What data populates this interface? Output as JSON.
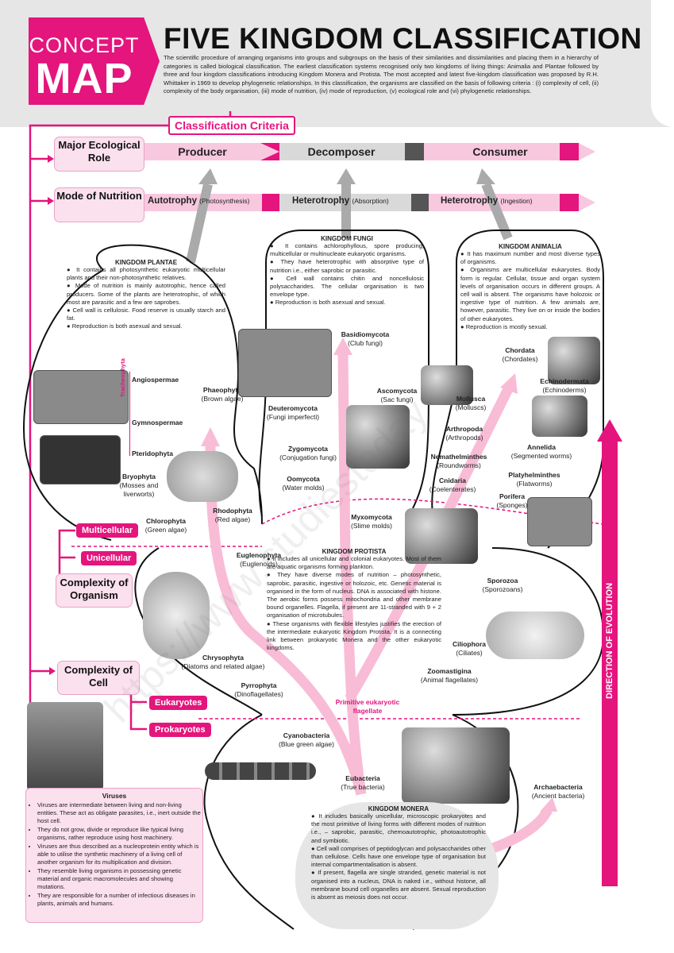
{
  "header": {
    "concept": "CONCEPT",
    "map": "MAP",
    "title": "FIVE KINGDOM CLASSIFICATION",
    "intro": "The scientific procedure of arranging organisms into groups and subgroups on the basis of their similarities and dissimilarities and placing them in a hierarchy of categories is called biological classification. The earliest classification systems recognised only two kingdoms of living things: Animalia and Plantae followed by three and four kingdom classifications introducing Kingdom Monera and Protista. The most accepted and latest five-kingdom classification was proposed by R.H. Whittaker in 1969 to develop phylogenetic relationships. In this classification, the organisms are classified on the basis of following criteria : (i) complexity of cell, (ii) complexity of the body organisation, (iii) mode of nutrition, (iv) mode of reproduction, (v) ecological role and (vi) phylogenetic relationships."
  },
  "criteria": {
    "label": "Classification Criteria",
    "ecological_role": {
      "label": "Major Ecological Role",
      "producer": "Producer",
      "decomposer": "Decomposer",
      "consumer": "Consumer"
    },
    "nutrition": {
      "label": "Mode of Nutrition",
      "auto": "Autotrophy",
      "auto_sub": "(Photosynthesis)",
      "het1": "Heterotrophy",
      "het1_sub": "(Absorption)",
      "het2": "Heterotrophy",
      "het2_sub": "(Ingestion)"
    },
    "complexity_organism": "Complexity of Organism",
    "multicellular": "Multicellular",
    "unicellular": "Unicellular",
    "complexity_cell": "Complexity of Cell",
    "eukaryotes": "Eukaryotes",
    "prokaryotes": "Prokaryotes"
  },
  "plantae": {
    "title": "KINGDOM PLANTAE",
    "points": [
      "It contains all photosynthetic eukaryotic multicellular plants and their non-photosynthetic relatives.",
      "Mode of nutrition is mainly autotrophic, hence called producers. Some of the plants are heterotrophic, of which most are parasitic and a few are saprobes.",
      "Cell wall is cellulosic. Food reserve is usually starch and fat.",
      "Reproduction is both asexual and sexual."
    ],
    "tracheophyta": "Tracheophyta",
    "angiospermae": "Angiospermae",
    "gymnospermae": "Gymnospermae",
    "pteridophyta": "Pteridophyta",
    "phaeophyta": "Phaeophyta",
    "phaeophyta_common": "(Brown algae)",
    "bryophyta": "Bryophyta",
    "bryophyta_common": "(Mosses and liverworts)",
    "rhodophyta": "Rhodophyta",
    "rhodophyta_common": "(Red algae)",
    "chlorophyta": "Chlorophyta",
    "chlorophyta_common": "(Green algae)"
  },
  "fungi": {
    "title": "KINGDOM FUNGI",
    "points": [
      "It contains achlorophyllous, spore producing, multicellular or multinucleate eukaryotic organisms.",
      "They have heterotrophic with absorptive type of nutrition i.e., either saprobic or parasitic.",
      "Cell wall contains chitin and noncellulosic polysaccharides. The cellular organisation is two envelope type.",
      "Reproduction is both asexual and sexual."
    ],
    "basidiomycota": "Basidiomycota",
    "basidiomycota_common": "(Club fungi)",
    "ascomycota": "Ascomycota",
    "ascomycota_common": "(Sac fungi)",
    "deuteromycota": "Deuteromycota",
    "deuteromycota_common": "(Fungi imperfecti)",
    "zygomycota": "Zygomycota",
    "zygomycota_common": "(Conjugation fungi)",
    "oomycota": "Oomycota",
    "oomycota_common": "(Water molds)"
  },
  "animalia": {
    "title": "KINGDOM ANIMALIA",
    "points": [
      "It has maximum number and most diverse types of organisms.",
      "Organisms are multicellular eukaryotes. Body form is regular. Cellular, tissue and organ system levels of organisation occurs in different groups. A cell wall is absent. The organisms have holozoic or ingestive type of nutrition. A few animals are, however, parasitic. They live on or inside the bodies of other eukaryotes.",
      "Reproduction is mostly sexual."
    ],
    "chordata": "Chordata",
    "chordata_common": "(Chordates)",
    "echinodermata": "Echinodermata",
    "echinodermata_common": "(Echinoderms)",
    "mollusca": "Mollusca",
    "mollusca_common": "(Molluscs)",
    "arthropoda": "Arthropoda",
    "arthropoda_common": "(Arthropods)",
    "annelida": "Annelida",
    "annelida_common": "(Segmented worms)",
    "nemathelminthes": "Nemathelminthes",
    "nemathelminthes_common": "(Roundworms)",
    "platyhelminthes": "Platyhelminthes",
    "platyhelminthes_common": "(Flatworms)",
    "cnidaria": "Cnidaria",
    "cnidaria_common": "(Coelenterates)",
    "porifera": "Porifera",
    "porifera_common": "(Sponges)"
  },
  "protista": {
    "title": "KINGDOM PROTISTA",
    "points": [
      "It includes all unicellular and colonial eukaryotes. Most of them are aquatic organisms forming plankton.",
      "They have diverse modes of nutrition – photosynthetic, saprobic, parasitic, ingestive or holozoic, etc. Genetic material is organised in the form of nucleus. DNA is associated with histone. The aerobic forms possess mitochondria and other membrane bound organelles. Flagella, if present are 11-stranded with 9 + 2 organisation of microtubules.",
      "These organisms with flexible lifestyles justifies the erection of the intermediate eukaryotic Kingdom Protista. It is a connecting link between prokaryotic Monera and the other eukaryotic kingdoms."
    ],
    "myxomycota": "Myxomycota",
    "myxomycota_common": "(Slime molds)",
    "euglenophyta": "Euglenophyta",
    "euglenophyta_common": "(Euglenoids)",
    "sporozoa": "Sporozoa",
    "sporozoa_common": "(Sporozoans)",
    "ciliophora": "Ciliophora",
    "ciliophora_common": "(Ciliates)",
    "chrysophyta": "Chrysophyta",
    "chrysophyta_common": "(Diatoms and related algae)",
    "zoomastigina": "Zoomastigina",
    "zoomastigina_common": "(Animal flagellates)",
    "pyrrophyta": "Pyrrophyta",
    "pyrrophyta_common": "(Dinoflagellates)",
    "primitive": "Primitive eukaryotic flagellate"
  },
  "monera": {
    "title": "KINGDOM MONERA",
    "points": [
      "It includes basically unicellular, microscopic prokaryotes and the most primitive of living forms with different modes of nutrition i.e., – saprobic, parasitic, chemoautotrophic, photoautotrophic and symbiotic.",
      "Cell wall comprises of peptidoglycan and polysaccharides other than cellulose. Cells have one envelope type of organisation but internal compartmentalisation is absent.",
      "If present, flagella are single stranded, genetic material is not organised into a nucleus, DNA is naked i.e., without histone, all membrane bound cell organelles are absent. Sexual reproduction is absent as meiosis does not occur."
    ],
    "cyanobacteria": "Cyanobacteria",
    "cyanobacteria_common": "(Blue green algae)",
    "eubacteria": "Eubacteria",
    "eubacteria_common": "(True bacteria)",
    "archaebacteria": "Archaebacteria",
    "archaebacteria_common": "(Ancient bacteria)"
  },
  "viruses": {
    "title": "Viruses",
    "points": [
      "Viruses are intermediate between living and non-living entities. These act as obligate parasites, i.e., inert outside the host cell.",
      "They do not grow, divide or reproduce like typical living organisms, rather reproduce using host machinery.",
      "Viruses are thus described as a nucleoprotein entity which is able to utilise the synthetic machinery of a living cell of another organism for its multiplication and division.",
      "They resemble living organisms in possessing genetic material and organic macromolecules and showing mutations.",
      "They are responsible for a number of infectious diseases in plants, animals and humans."
    ]
  },
  "evolution": "DIRECTION OF EVOLUTION",
  "watermark": "https://www.studiestoday",
  "colors": {
    "accent": "#e4157d",
    "soft_pink": "#fbe0ee",
    "grey_band": "#d9d9d9"
  }
}
